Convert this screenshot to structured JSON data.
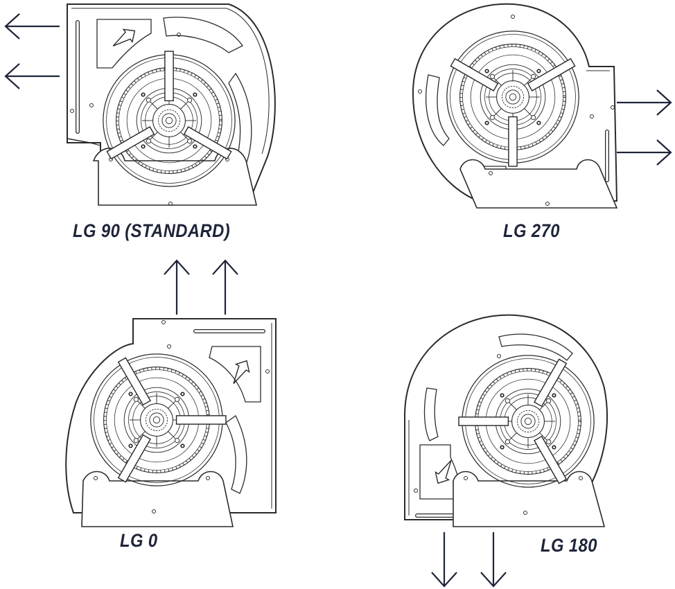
{
  "labels": {
    "lg90": "LG 90 (STANDARD)",
    "lg270": "LG 270",
    "lg0": "LG 0",
    "lg180": "LG 180"
  },
  "colors": {
    "ink": "#1e2438",
    "line": "#2a2a2a",
    "background": "#ffffff"
  },
  "orientations": [
    {
      "label_key": "lg90",
      "airflow": "left"
    },
    {
      "label_key": "lg270",
      "airflow": "right"
    },
    {
      "label_key": "lg0",
      "airflow": "up"
    },
    {
      "label_key": "lg180",
      "airflow": "down"
    }
  ]
}
